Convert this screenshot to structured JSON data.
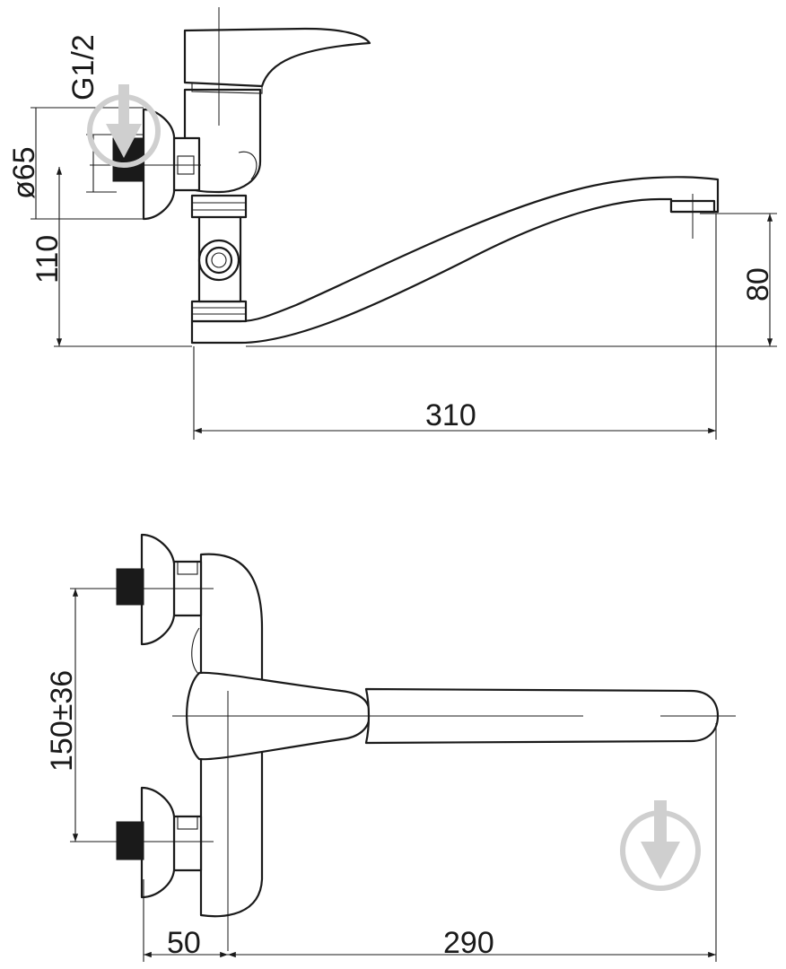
{
  "dimensions": {
    "thread": "G1/2",
    "flange_diameter": "ø65",
    "inlet_height": "110",
    "spout_height": "80",
    "spout_length": "310",
    "inlet_spacing": "150±36",
    "wall_offset": "50",
    "spout_reach": "290"
  },
  "colors": {
    "line": "#1a1a1a",
    "watermark": "#cfcfcf"
  },
  "icons": [
    "watermark-logo-icon"
  ]
}
